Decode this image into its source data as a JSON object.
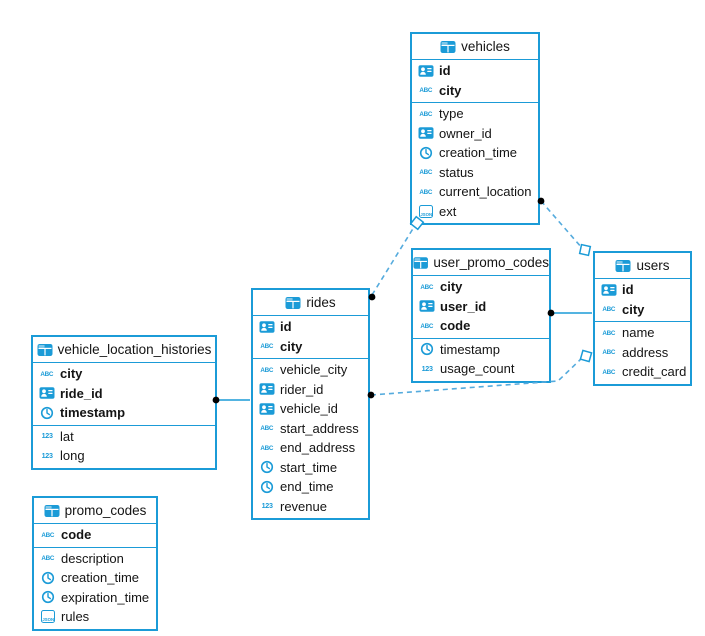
{
  "colors": {
    "table_border": "#1b9bd7",
    "icon_blue": "#1b9bd7",
    "connector_dashed": "#55abdd",
    "connector_solid": "#1b9bd7",
    "dot": "#000000",
    "text": "#141414",
    "background": "#ffffff"
  },
  "icons": {
    "string_glyph": "ABC",
    "number_glyph": "123",
    "json_glyph": "JSON"
  },
  "tables": [
    {
      "name": "vehicles",
      "keys": [
        {
          "name": "id",
          "type": "id"
        },
        {
          "name": "city",
          "type": "string"
        }
      ],
      "fields": [
        {
          "name": "type",
          "type": "string"
        },
        {
          "name": "owner_id",
          "type": "id"
        },
        {
          "name": "creation_time",
          "type": "timestamp"
        },
        {
          "name": "status",
          "type": "string"
        },
        {
          "name": "current_location",
          "type": "string"
        },
        {
          "name": "ext",
          "type": "json"
        }
      ]
    },
    {
      "name": "user_promo_codes",
      "keys": [
        {
          "name": "city",
          "type": "string"
        },
        {
          "name": "user_id",
          "type": "id"
        },
        {
          "name": "code",
          "type": "string"
        }
      ],
      "fields": [
        {
          "name": "timestamp",
          "type": "timestamp"
        },
        {
          "name": "usage_count",
          "type": "number"
        }
      ]
    },
    {
      "name": "users",
      "keys": [
        {
          "name": "id",
          "type": "id"
        },
        {
          "name": "city",
          "type": "string"
        }
      ],
      "fields": [
        {
          "name": "name",
          "type": "string"
        },
        {
          "name": "address",
          "type": "string"
        },
        {
          "name": "credit_card",
          "type": "string"
        }
      ]
    },
    {
      "name": "rides",
      "keys": [
        {
          "name": "id",
          "type": "id"
        },
        {
          "name": "city",
          "type": "string"
        }
      ],
      "fields": [
        {
          "name": "vehicle_city",
          "type": "string"
        },
        {
          "name": "rider_id",
          "type": "id"
        },
        {
          "name": "vehicle_id",
          "type": "id"
        },
        {
          "name": "start_address",
          "type": "string"
        },
        {
          "name": "end_address",
          "type": "string"
        },
        {
          "name": "start_time",
          "type": "timestamp"
        },
        {
          "name": "end_time",
          "type": "timestamp"
        },
        {
          "name": "revenue",
          "type": "number"
        }
      ]
    },
    {
      "name": "vehicle_location_histories",
      "keys": [
        {
          "name": "city",
          "type": "string"
        },
        {
          "name": "ride_id",
          "type": "id"
        },
        {
          "name": "timestamp",
          "type": "timestamp"
        }
      ],
      "fields": [
        {
          "name": "lat",
          "type": "number"
        },
        {
          "name": "long",
          "type": "number"
        }
      ]
    },
    {
      "name": "promo_codes",
      "keys": [
        {
          "name": "code",
          "type": "string"
        }
      ],
      "fields": [
        {
          "name": "description",
          "type": "string"
        },
        {
          "name": "creation_time",
          "type": "timestamp"
        },
        {
          "name": "expiration_time",
          "type": "timestamp"
        },
        {
          "name": "rules",
          "type": "json"
        }
      ]
    }
  ],
  "connections": [
    {
      "from": "rides",
      "to": "vehicles",
      "line": "dashed",
      "from_marker": "dot",
      "to_marker": "square"
    },
    {
      "from": "vehicles",
      "to": "users",
      "line": "dashed",
      "from_marker": "dot",
      "to_marker": "square"
    },
    {
      "from": "rides",
      "to": "users",
      "line": "dashed",
      "from_marker": "dot",
      "to_marker": "square"
    },
    {
      "from": "user_promo_codes",
      "to": "users",
      "line": "solid",
      "from_marker": "dot",
      "to_marker": "none"
    },
    {
      "from": "vehicle_location_histories",
      "to": "rides",
      "line": "solid",
      "from_marker": "dot",
      "to_marker": "none"
    }
  ]
}
